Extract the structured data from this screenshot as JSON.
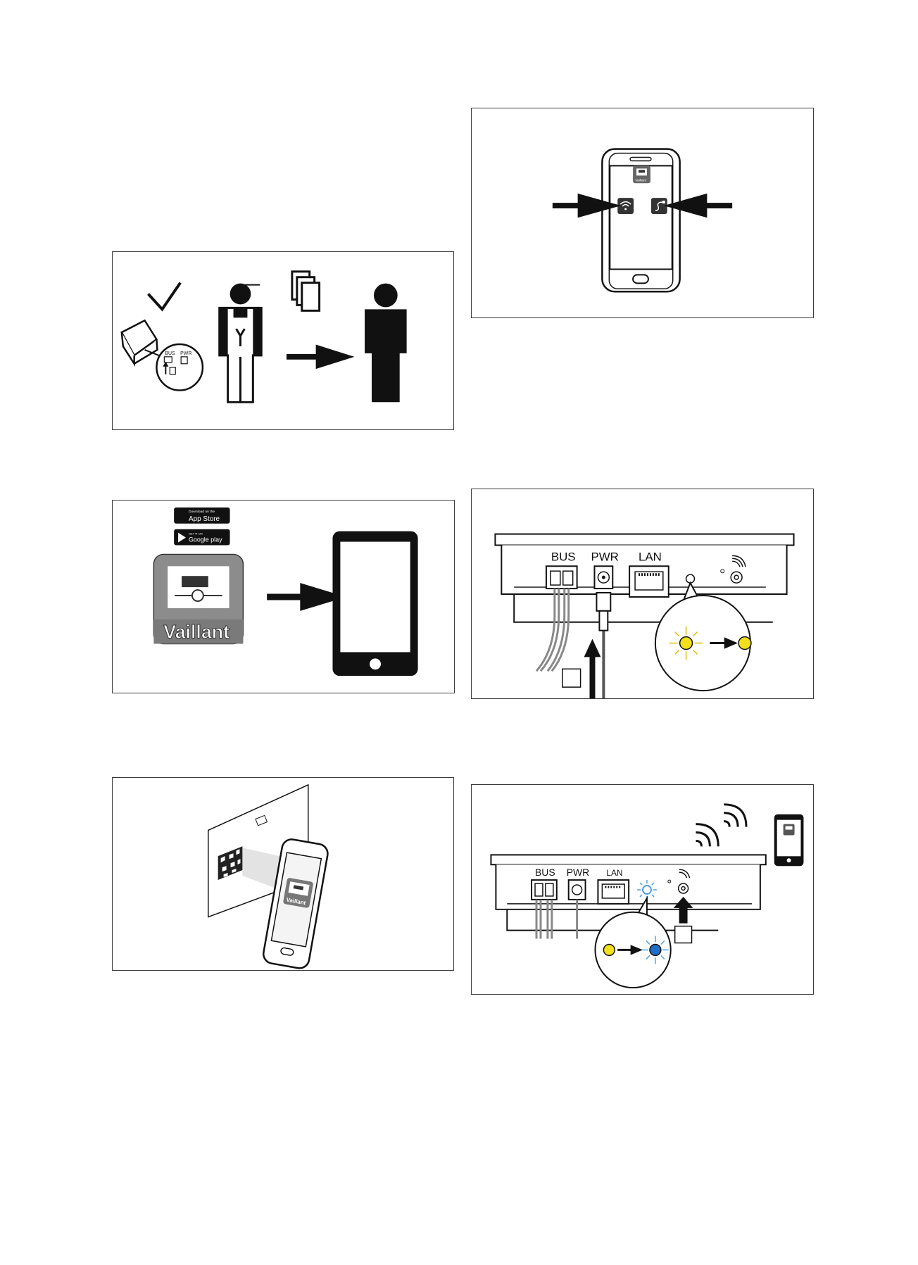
{
  "panels": {
    "handover": {
      "port_bus": "BUS",
      "port_pwr": "PWR"
    },
    "app_setup": {
      "phone_app_badge": "Vaillant"
    },
    "app_download": {
      "appstore_small": "Download on the",
      "appstore_big": "App Store",
      "googleplay_small": "GET IT ON",
      "googleplay_big": "Google play",
      "brand": "Vaillant"
    },
    "power_connect": {
      "port_bus": "BUS",
      "port_pwr": "PWR",
      "port_lan": "LAN"
    },
    "qr_scan": {
      "brand": "Vaillant"
    },
    "wifi_pairing": {
      "port_bus": "BUS",
      "port_pwr": "PWR",
      "port_lan": "LAN"
    }
  },
  "colors": {
    "outline": "#1a1a1a",
    "led_yellow": "#f2e01c",
    "led_blue": "#1f6fc7",
    "led_ray_blue": "#4aa0e6",
    "app_icon_grey": "#8c8c8c",
    "icons": [
      "check-icon",
      "installer-icon",
      "documents-icon",
      "user-icon",
      "smartphone-icon",
      "wifi-icon",
      "cable-icon",
      "arrow-right-icon",
      "arrow-up-icon"
    ]
  }
}
